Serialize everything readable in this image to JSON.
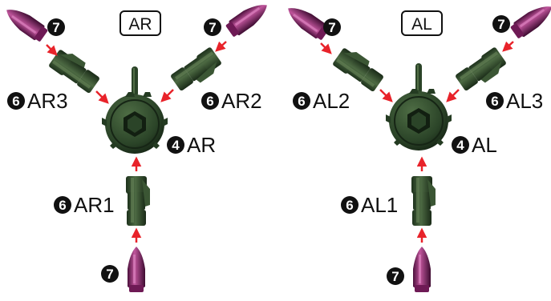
{
  "colors": {
    "arrow": "#e8232a",
    "hub": "#2f4a2d",
    "hub_dark": "#1c2e1b",
    "hub_light": "#5d7a50",
    "part_green": "#3b5634",
    "part_green_light": "#6d8a5c",
    "part_purple": "#a8327d",
    "part_purple_dark": "#5a1746",
    "part_purple_light": "#e08ac4",
    "badge": "#111111"
  },
  "titles": {
    "right": "AR",
    "left": "AL"
  },
  "badges": {
    "hub": "4",
    "arm": "6",
    "tip": "7"
  },
  "labels": {
    "ar3": "AR3",
    "ar2": "AR2",
    "ar1": "AR1",
    "ar_hub": "AR",
    "al2": "AL2",
    "al3": "AL3",
    "al1": "AL1",
    "al_hub": "AL"
  }
}
